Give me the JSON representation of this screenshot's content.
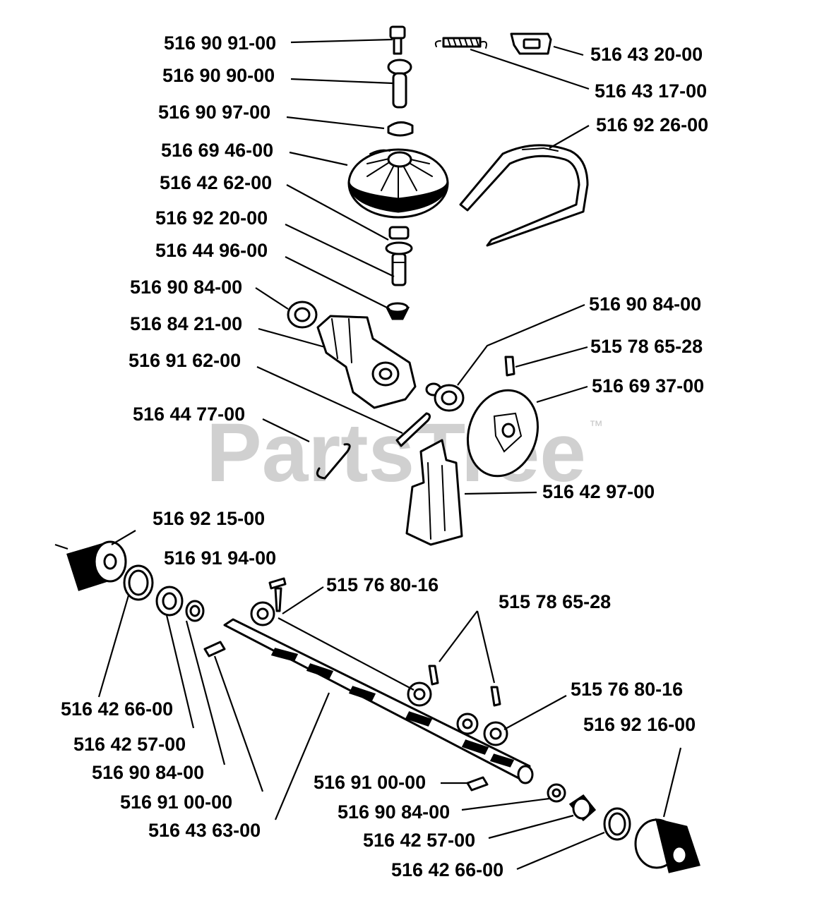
{
  "watermark": {
    "text": "PartsTree",
    "mark": "™"
  },
  "labels": [
    "516 90 91-00",
    "516 43 20-00",
    "516 90 90-00",
    "516 43 17-00",
    "516 90 97-00",
    "516 92 26-00",
    "516 69 46-00",
    "516 42 62-00",
    "516 92 20-00",
    "516 44 96-00",
    "516 90 84-00",
    "516 84 21-00",
    "516 90 84-00",
    "515 78 65-28",
    "516 91 62-00",
    "516 69 37-00",
    "516 44 77-00",
    "516 42 97-00",
    "516 92 15-00",
    "516 91 94-00",
    "515 76 80-16",
    "515 78 65-28",
    "515 76 80-16",
    "516 92 16-00",
    "516 42 66-00",
    "516 42 57-00",
    "516 90 84-00",
    "516 91 00-00",
    "516 43 63-00",
    "516 91 00-00",
    "516 90 84-00",
    "516 42 57-00",
    "516 42 66-00"
  ]
}
